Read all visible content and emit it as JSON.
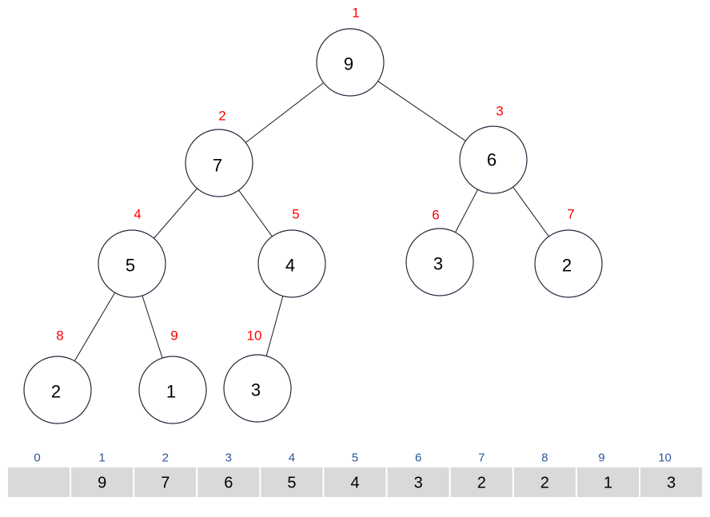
{
  "tree": {
    "nodes": [
      {
        "index": "1",
        "value": "9"
      },
      {
        "index": "2",
        "value": "7"
      },
      {
        "index": "3",
        "value": "6"
      },
      {
        "index": "4",
        "value": "5"
      },
      {
        "index": "5",
        "value": "4"
      },
      {
        "index": "6",
        "value": "3"
      },
      {
        "index": "7",
        "value": "2"
      },
      {
        "index": "8",
        "value": "2"
      },
      {
        "index": "9",
        "value": "1"
      },
      {
        "index": "10",
        "value": "3"
      }
    ],
    "edges": [
      [
        1,
        2
      ],
      [
        1,
        3
      ],
      [
        2,
        4
      ],
      [
        2,
        5
      ],
      [
        3,
        6
      ],
      [
        3,
        7
      ],
      [
        4,
        8
      ],
      [
        4,
        9
      ],
      [
        5,
        10
      ]
    ]
  },
  "array": {
    "indices": [
      "0",
      "1",
      "2",
      "3",
      "4",
      "5",
      "6",
      "7",
      "8",
      "9",
      "10"
    ],
    "values": [
      "",
      "9",
      "7",
      "6",
      "5",
      "4",
      "3",
      "2",
      "2",
      "1",
      "3"
    ]
  },
  "colors": {
    "index_label": "#ff0000",
    "array_index": "#2f5597",
    "array_cell": "#d9d9d9"
  }
}
